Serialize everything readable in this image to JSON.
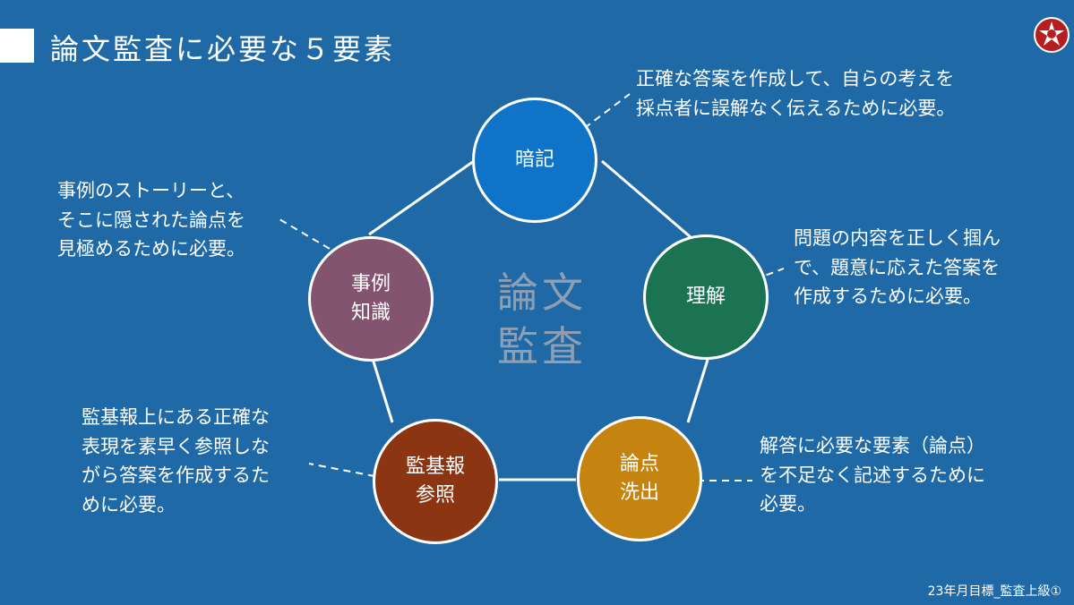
{
  "title": "論文監査に必要な５要素",
  "center": {
    "line1": "論文",
    "line2": "監査"
  },
  "elements": {
    "anki": {
      "label": "暗記",
      "color": "#0f74c7",
      "desc": [
        "正確な答案を作成して、自らの考えを",
        "採点者に誤解なく伝えるために必要。"
      ]
    },
    "rikai": {
      "label": "理解",
      "color": "#1c7354",
      "desc": [
        "問題の内容を正しく掴ん",
        "で、題意に応えた答案を",
        "作成するために必要。"
      ]
    },
    "ronten": {
      "label": "論点\n洗出",
      "color": "#c5830f",
      "desc": [
        "解答に必要な要素（論点）",
        "を不足なく記述するために",
        "必要。"
      ]
    },
    "kansa": {
      "label": "監基報\n参照",
      "color": "#8b3513",
      "desc": [
        "監基報上にある正確な",
        "表現を素早く参照しな",
        "がら答案を作成するた",
        "めに必要。"
      ]
    },
    "jirei": {
      "label": "事例\n知識",
      "color": "#835470",
      "desc": [
        "事例のストーリーと、",
        "そこに隠された論点を",
        "見極めるために必要。"
      ]
    }
  },
  "footer": "23年月目標_監査上級①",
  "colors": {
    "background": "#1f6aa6",
    "center_text": "#8f9fb1"
  }
}
